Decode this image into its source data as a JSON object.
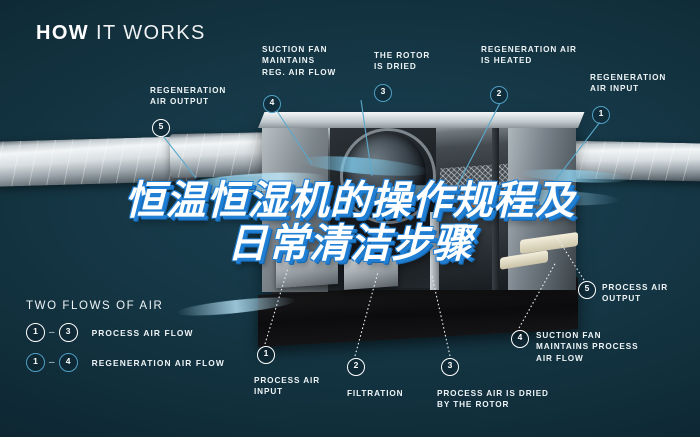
{
  "header": {
    "bold": "HOW",
    "light": "IT WORKS"
  },
  "overlay_title": {
    "line1": "恒温恒湿机的操作规程及",
    "line2": "日常清洁步骤"
  },
  "colors": {
    "background": "#143442",
    "accent_blue": "#4e9fc4",
    "airflow_blue": "#8fd2ef",
    "text": "#eef4f6",
    "title_outline": "#1f7fd4",
    "heater_orange": "#ff9b3d"
  },
  "callouts": [
    {
      "id": "regeneration-air-output",
      "number": "5",
      "text": "REGENERATION\nAIR OUTPUT"
    },
    {
      "id": "suction-fan-reg",
      "number": "4",
      "text": "SUCTION FAN\nMAINTAINS\nREG. AIR FLOW"
    },
    {
      "id": "the-rotor-is-dried",
      "number": "3",
      "text": "THE ROTOR\nIS DRIED"
    },
    {
      "id": "regeneration-air-heated",
      "number": "2",
      "text": "REGENERATION AIR\nIS HEATED"
    },
    {
      "id": "regeneration-air-input",
      "number": "1",
      "text": "REGENERATION\nAIR INPUT"
    },
    {
      "id": "process-air-input",
      "number": "1",
      "text": "PROCESS AIR\nINPUT"
    },
    {
      "id": "filtration",
      "number": "2",
      "text": "FILTRATION"
    },
    {
      "id": "process-air-dried",
      "number": "3",
      "text": "PROCESS AIR IS DRIED\nBY THE ROTOR"
    },
    {
      "id": "suction-fan-process",
      "number": "4",
      "text": "SUCTION FAN\nMAINTAINS PROCESS\nAIR FLOW"
    },
    {
      "id": "process-air-output",
      "number": "5",
      "text": "PROCESS AIR\nOUTPUT"
    }
  ],
  "legend": {
    "title": "TWO FLOWS OF AIR",
    "rows": [
      {
        "from": "1",
        "dash": "–",
        "to": "3",
        "label": "PROCESS AIR FLOW",
        "style": "white"
      },
      {
        "from": "1",
        "dash": "–",
        "to": "4",
        "label": "REGENERATION AIR FLOW",
        "style": "blue"
      }
    ]
  }
}
